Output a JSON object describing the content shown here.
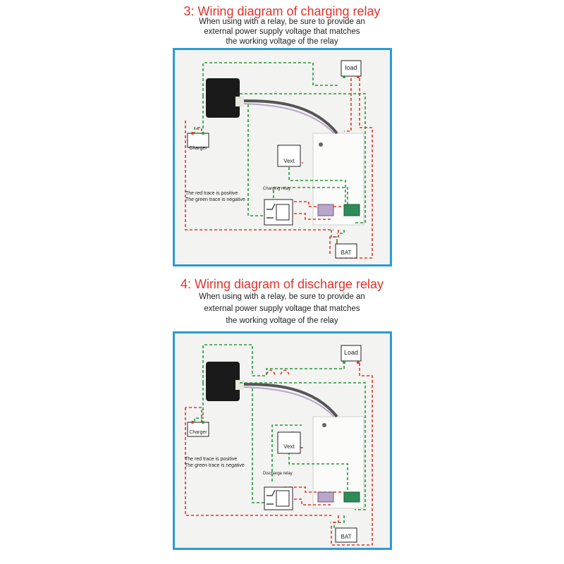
{
  "sections": [
    {
      "title": "3: Wiring diagram of charging relay",
      "note_lines": [
        "When using with a relay, be sure to provide an",
        "external power supply voltage that matches",
        "the working voltage of the relay"
      ],
      "labels": {
        "load": "load",
        "charger": "Charger",
        "vext": "Vext",
        "relay": "Charging relay",
        "bat": "BAT",
        "legend_red": "The red trace is positive",
        "legend_green": "The green trace is negative"
      }
    },
    {
      "title": "4: Wiring diagram of discharge relay",
      "note_lines": [
        "When using with a relay, be sure to provide an",
        "external power supply voltage that matches",
        "the working voltage of the relay"
      ],
      "labels": {
        "load": "Load",
        "charger": "Charger",
        "vext": "Vext",
        "relay": "Discharge relay",
        "bat": "BAT",
        "legend_red": "The red trace is positive",
        "legend_green": "The green trace is negative"
      }
    }
  ],
  "colors": {
    "positive_trace": "#e4322b",
    "negative_trace": "#1f9a3a",
    "panel_border": "#2a9bd6",
    "title": "#e4322b"
  }
}
